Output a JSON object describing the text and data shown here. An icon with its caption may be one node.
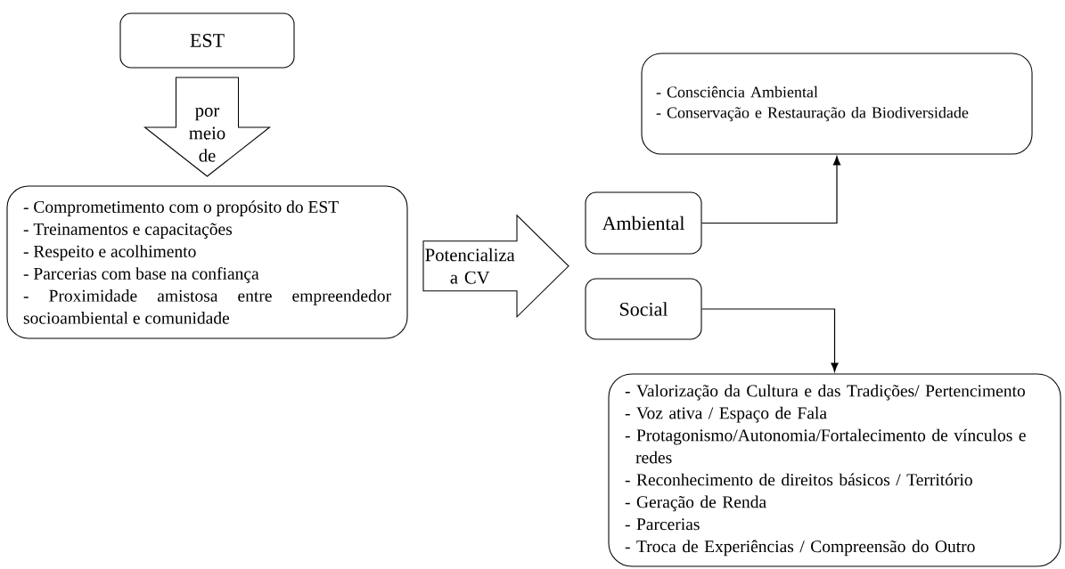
{
  "diagram": {
    "nodes": [
      {
        "text": [
          "EST"
        ]
      },
      {
        "text": [
          "- Comprometimento com o propósito do EST",
          "- Treinamentos e capacitações",
          "- Respeito e acolhimento",
          "- Parcerias com base na confiança",
          "- Proximidade amistosa entre empreendedor socioambiental e comunidade"
        ]
      },
      {
        "text": [
          "- Consciência Ambiental",
          "- Conservação e Restauração da Biodiversidade"
        ]
      },
      {
        "text": [
          "Ambiental"
        ]
      },
      {
        "text": [
          "Social"
        ]
      },
      {
        "text": [
          "- Valorização da Cultura e das Tradições/ Pertencimento",
          "- Voz ativa / Espaço de Fala",
          "- Protagonismo/Autonomia/Fortalecimento de vínculos e redes",
          "- Reconhecimento de direitos básicos / Território",
          "- Geração de Renda",
          "- Parcerias",
          "- Troca de Experiências / Compreensão do Outro"
        ]
      }
    ],
    "edges": [
      {
        "from": 0,
        "to": 1,
        "arrow": "to",
        "label": "por meio de"
      },
      {
        "from": 1,
        "to": 3,
        "arrow": "to",
        "label": "Potencializa a CV"
      },
      {
        "from": 1,
        "to": 4,
        "arrow": "to"
      },
      {
        "from": 3,
        "to": 2,
        "arrow": "to"
      },
      {
        "from": 4,
        "to": 5,
        "arrow": "to"
      }
    ]
  }
}
